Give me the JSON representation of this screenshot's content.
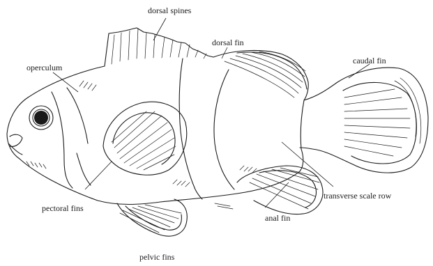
{
  "labels": {
    "dorsal_spines": "dorsal spines",
    "dorsal_fin": "dorsal fin",
    "caudal_fin": "caudal fin",
    "operculum": "operculum",
    "pectoral_fins": "pectoral fins",
    "anal_fin": "anal fin",
    "transverse_scale_row": "transverse scale row",
    "pelvic_fins": "pelvic fins"
  }
}
